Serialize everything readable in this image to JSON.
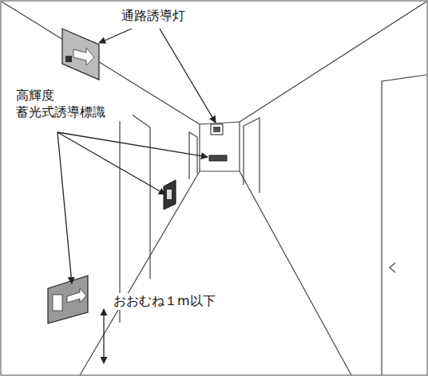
{
  "diagram": {
    "labels": [
      "通路誘導灯",
      "高輝度 蓄光式誘導標識",
      "おおむね１m以下"
    ]
  }
}
